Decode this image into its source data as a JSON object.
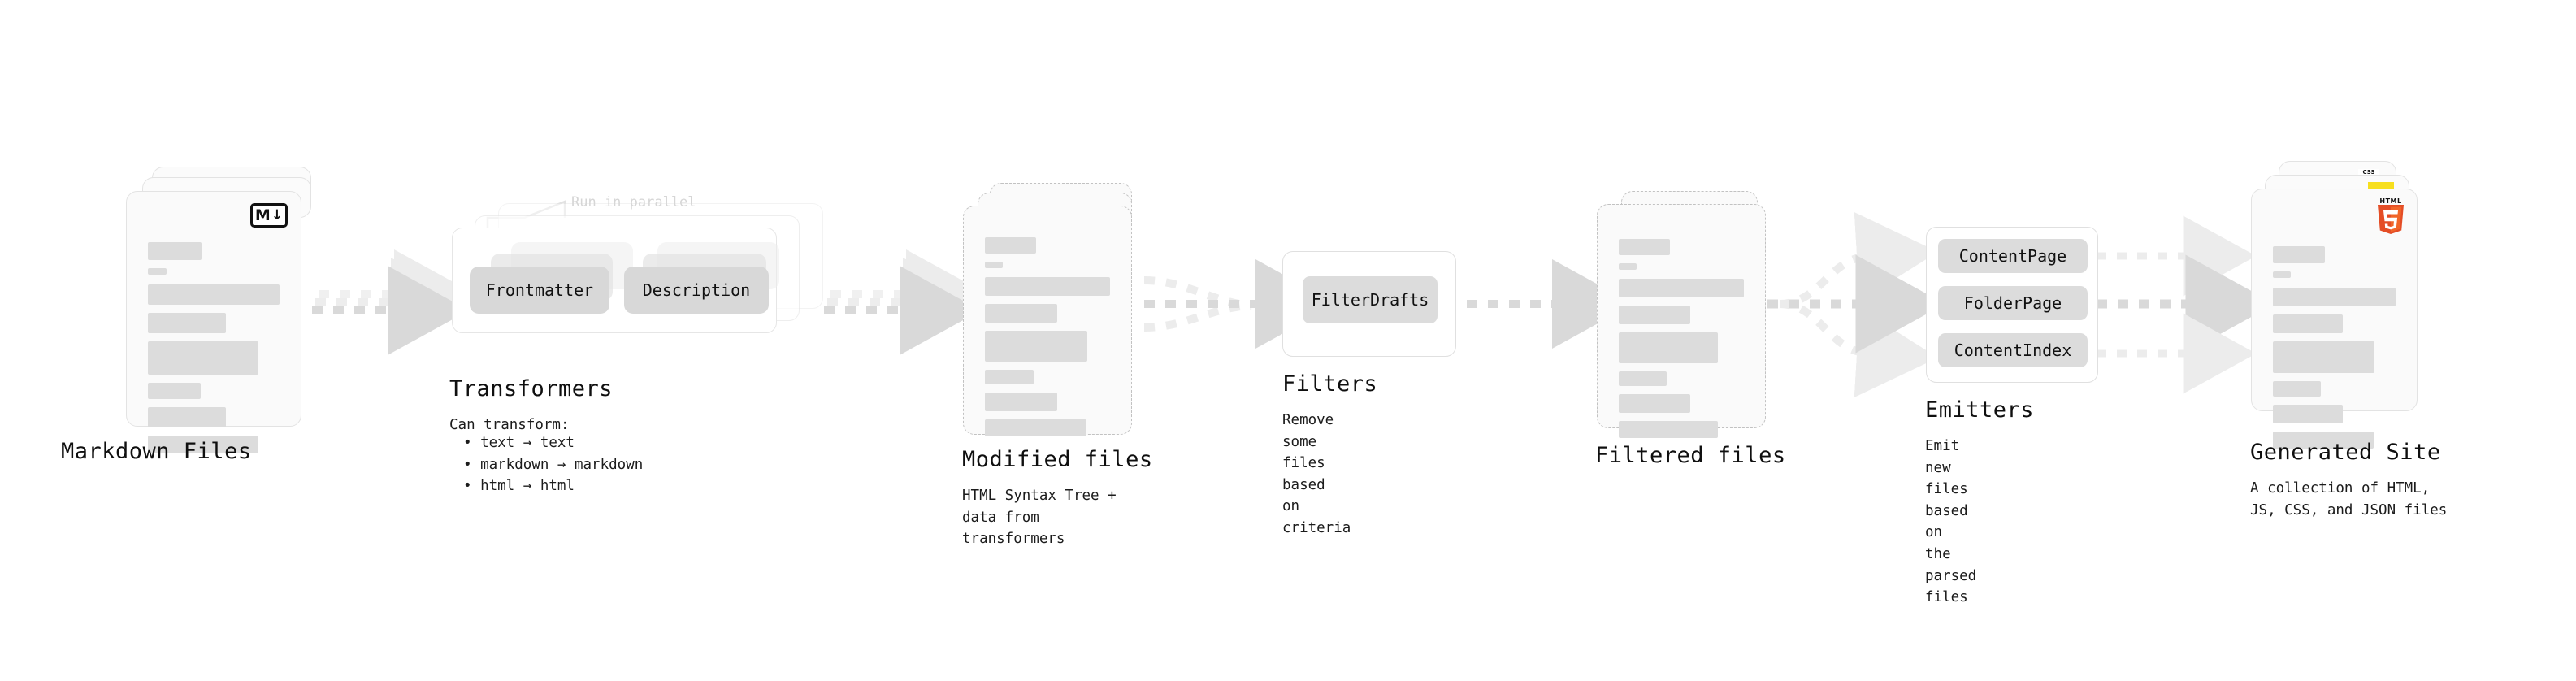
{
  "diagram": {
    "background": "#ffffff",
    "accent_gray": "#dcdcdc",
    "arrow_color": "#d9d9d9",
    "stages": [
      {
        "id": "markdown-files",
        "title": "Markdown Files",
        "caption": "",
        "kind": "document-stack",
        "badge": "markdown-badge",
        "badge_label": "M",
        "badge_arrow": "↓",
        "border": "solid",
        "cards": 3
      },
      {
        "id": "transformers",
        "title": "Transformers",
        "caption": "Can transform:",
        "kind": "process-stack",
        "annotation": "Run in parallel",
        "pills": [
          "Frontmatter",
          "Description"
        ],
        "bullets": [
          "text → text",
          "markdown → markdown",
          "html → html"
        ],
        "panels": 3
      },
      {
        "id": "modified-files",
        "title": "Modified files",
        "caption": "HTML Syntax Tree +\ndata from transformers",
        "kind": "document-stack",
        "border": "dashed",
        "cards": 3
      },
      {
        "id": "filters",
        "title": "Filters",
        "caption": "Remove some files based\non criteria",
        "kind": "process-box",
        "pills": [
          "FilterDrafts"
        ]
      },
      {
        "id": "filtered-files",
        "title": "Filtered files",
        "caption": "",
        "kind": "document-stack",
        "border": "dashed",
        "cards": 2
      },
      {
        "id": "emitters",
        "title": "Emitters",
        "caption": "Emit new files based on\nthe parsed files",
        "kind": "process-box",
        "pills": [
          "ContentPage",
          "FolderPage",
          "ContentIndex"
        ]
      },
      {
        "id": "generated-site",
        "title": "Generated Site",
        "caption": "A collection of HTML,\nJS, CSS, and JSON files",
        "kind": "document-stack",
        "border": "solid",
        "cards": 3,
        "badges": [
          "css-badge",
          "js-badge",
          "html5-badge"
        ],
        "badge_labels": {
          "css": "CSS",
          "html5": "HTML",
          "html5_digit": "5"
        },
        "badge_colors": {
          "css": "#2646f0",
          "js": "#f7df1e",
          "html5": "#e44d26",
          "html5_light": "#f16529"
        }
      }
    ]
  }
}
